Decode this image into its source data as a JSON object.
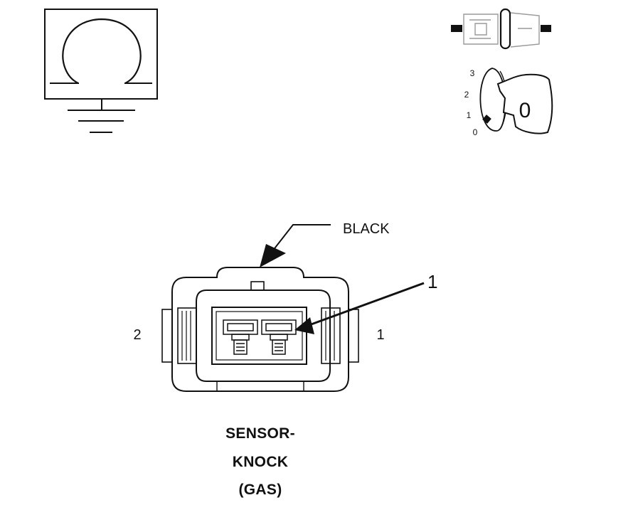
{
  "icons": {
    "ohmmeter": "ohm-symbol-ground-icon",
    "disconnect": "disconnect-connector-icon",
    "ignition": "ignition-key-icon"
  },
  "ignition": {
    "key_label": "0",
    "positions": [
      "3",
      "2",
      "1",
      "0"
    ]
  },
  "connector": {
    "color_label": "BLACK",
    "callout_number": "1",
    "pin_left": "2",
    "pin_right": "1"
  },
  "title_lines": [
    "SENSOR-",
    "KNOCK",
    "(GAS)"
  ],
  "colors": {
    "line": "#111111",
    "light_line": "#9a9a9a",
    "background": "#ffffff"
  }
}
